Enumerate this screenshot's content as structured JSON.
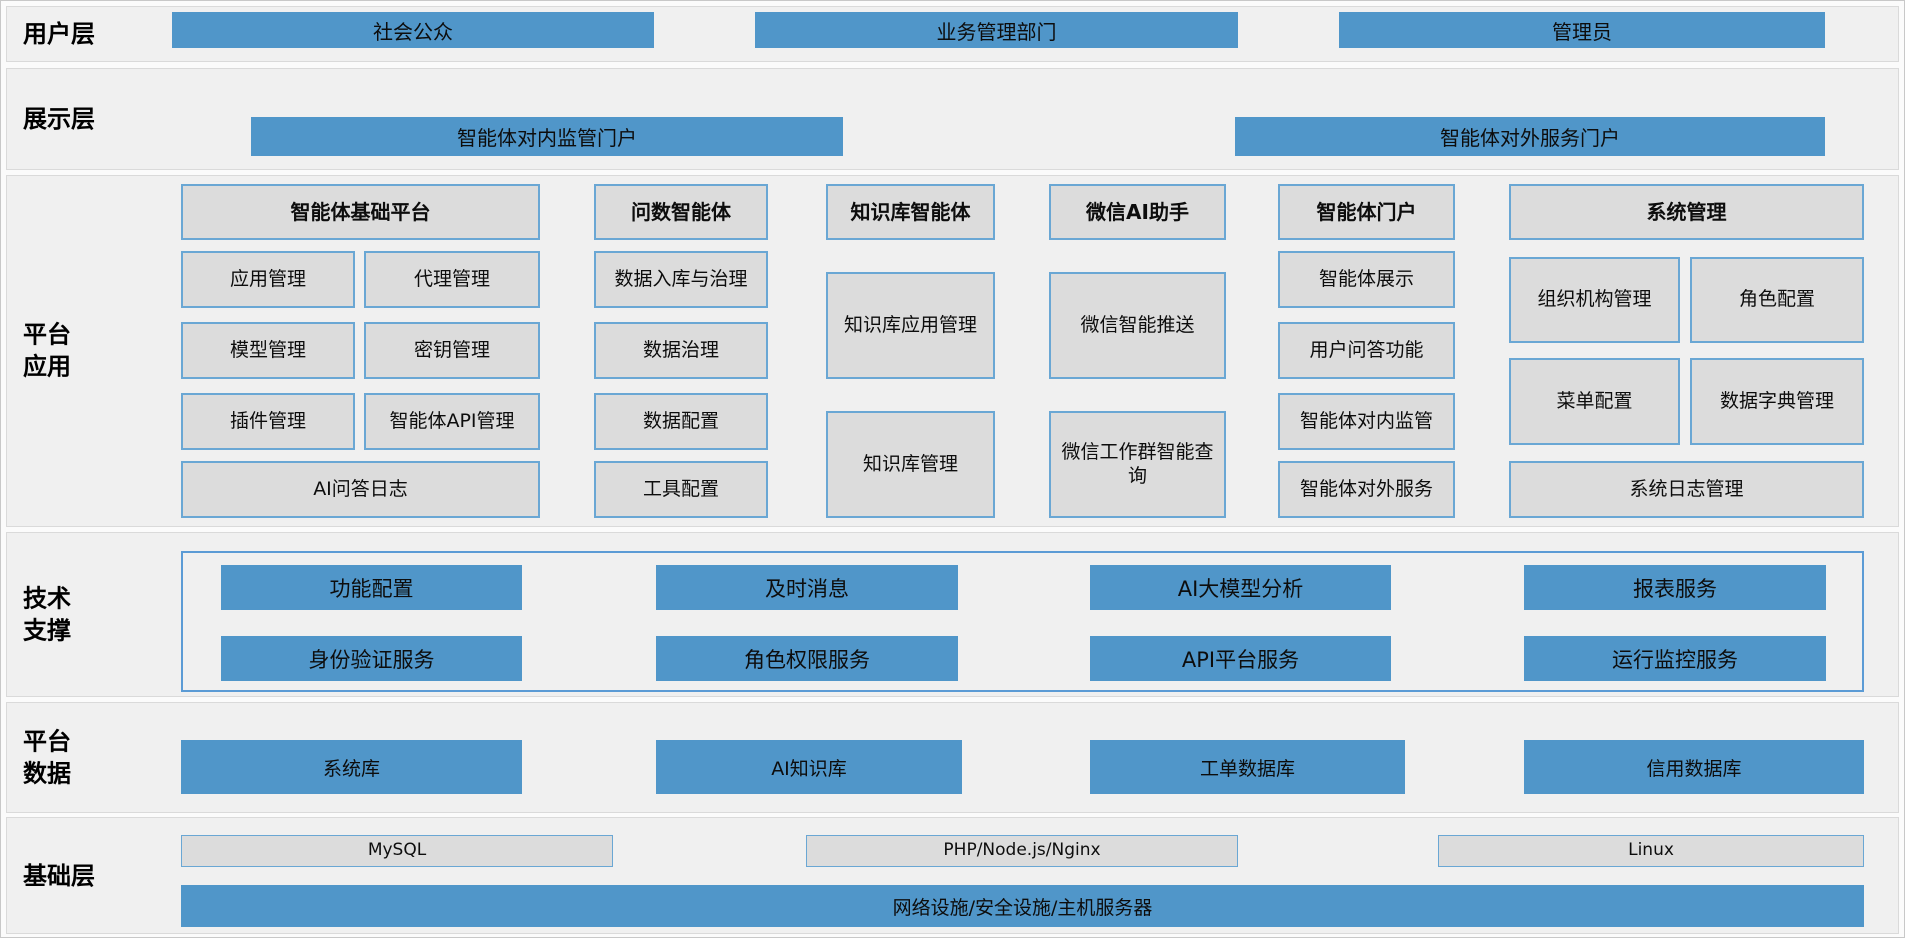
{
  "colors": {
    "blue_box": "#5096c9",
    "gray_cell": "#dcdcdc",
    "cell_border": "#6aa7d4",
    "band_bg": "#f0f0f0"
  },
  "layers": {
    "user": {
      "label": "用户层",
      "items": [
        "社会公众",
        "业务管理部门",
        "管理员"
      ]
    },
    "display": {
      "label": "展示层",
      "items": [
        "智能体对内监管门户",
        "智能体对外服务门户"
      ]
    },
    "platform_app": {
      "label": "平台应用",
      "columns": [
        {
          "header": "智能体基础平台",
          "cells": [
            "应用管理",
            "代理管理",
            "模型管理",
            "密钥管理",
            "插件管理",
            "智能体API管理",
            "AI问答日志"
          ]
        },
        {
          "header": "问数智能体",
          "cells": [
            "数据入库与治理",
            "数据治理",
            "数据配置",
            "工具配置"
          ]
        },
        {
          "header": "知识库智能体",
          "cells": [
            "知识库应用管理",
            "知识库管理"
          ]
        },
        {
          "header": "微信AI助手",
          "cells": [
            "微信智能推送",
            "微信工作群智能查询"
          ]
        },
        {
          "header": "智能体门户",
          "cells": [
            "智能体展示",
            "用户问答功能",
            "智能体对内监管",
            "智能体对外服务"
          ]
        },
        {
          "header": "系统管理",
          "cells": [
            "组织机构管理",
            "角色配置",
            "菜单配置",
            "数据字典管理",
            "系统日志管理"
          ]
        }
      ]
    },
    "tech": {
      "label": "技术支撑",
      "row1": [
        "功能配置",
        "及时消息",
        "AI大模型分析",
        "报表服务"
      ],
      "row2": [
        "身份验证服务",
        "角色权限服务",
        "API平台服务",
        "运行监控服务"
      ]
    },
    "data": {
      "label": "平台数据",
      "items": [
        "系统库",
        "AI知识库",
        "工单数据库",
        "信用数据库"
      ]
    },
    "infra": {
      "label": "基础层",
      "items": [
        "MySQL",
        "PHP/Node.js/Nginx",
        "Linux"
      ],
      "bottom": "网络设施/安全设施/主机服务器"
    }
  }
}
